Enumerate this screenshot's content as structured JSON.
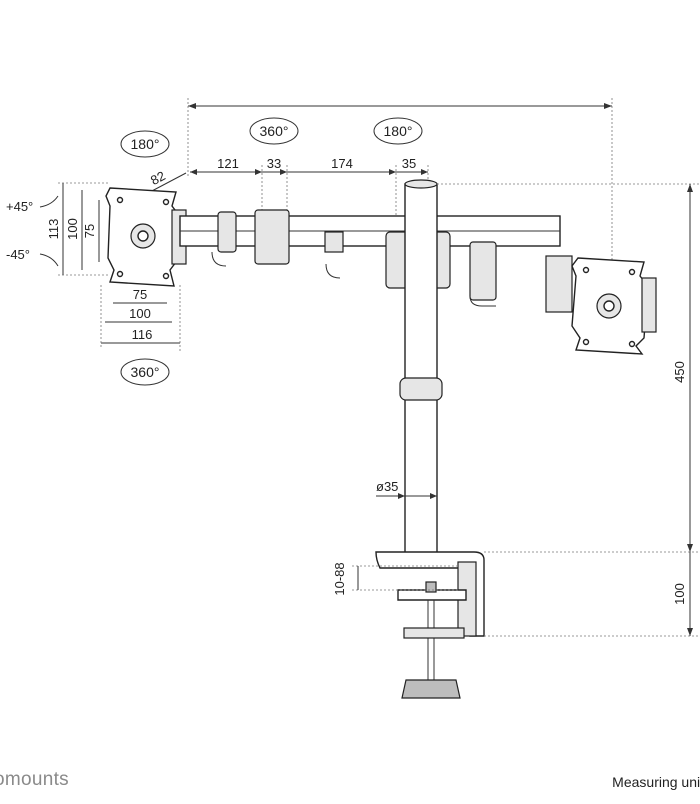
{
  "rotations": {
    "left_tilt_top": "180°",
    "top_center_left": "360°",
    "top_center_right": "180°",
    "left_bottom": "360°"
  },
  "tilt": {
    "up": "+45°",
    "down": "-45°"
  },
  "dimensions": {
    "angle_82": "82",
    "arm_121": "121",
    "arm_33": "33",
    "arm_174": "174",
    "arm_35": "35",
    "vesa_v113": "113",
    "vesa_v100": "100",
    "vesa_v75": "75",
    "vesa_h75": "75",
    "vesa_h100": "100",
    "vesa_h116": "116",
    "pole_height": "450",
    "pole_diameter": "ø35",
    "clamp_range": "10-88",
    "clamp_height": "100"
  },
  "footer": {
    "brand": "omounts",
    "units": "Measuring unit"
  }
}
